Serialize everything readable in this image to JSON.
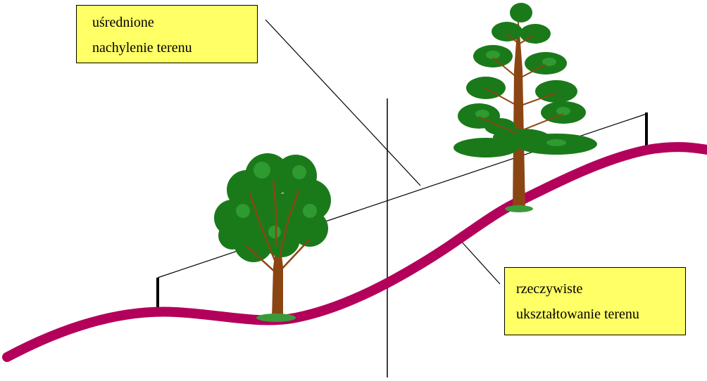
{
  "labels": {
    "average_slope": {
      "line1": "uśrednione",
      "line2": "nachylenie terenu"
    },
    "actual_terrain": {
      "line1": "rzeczywiste",
      "line2": "ukształtowanie terenu"
    }
  },
  "colors": {
    "terrain": "#b3005a",
    "label_background": "#ffff66",
    "foliage": "#1a7a1a",
    "foliage_light": "#2f9a2f",
    "trunk": "#8b4513",
    "grass": "#3a9a3a"
  }
}
